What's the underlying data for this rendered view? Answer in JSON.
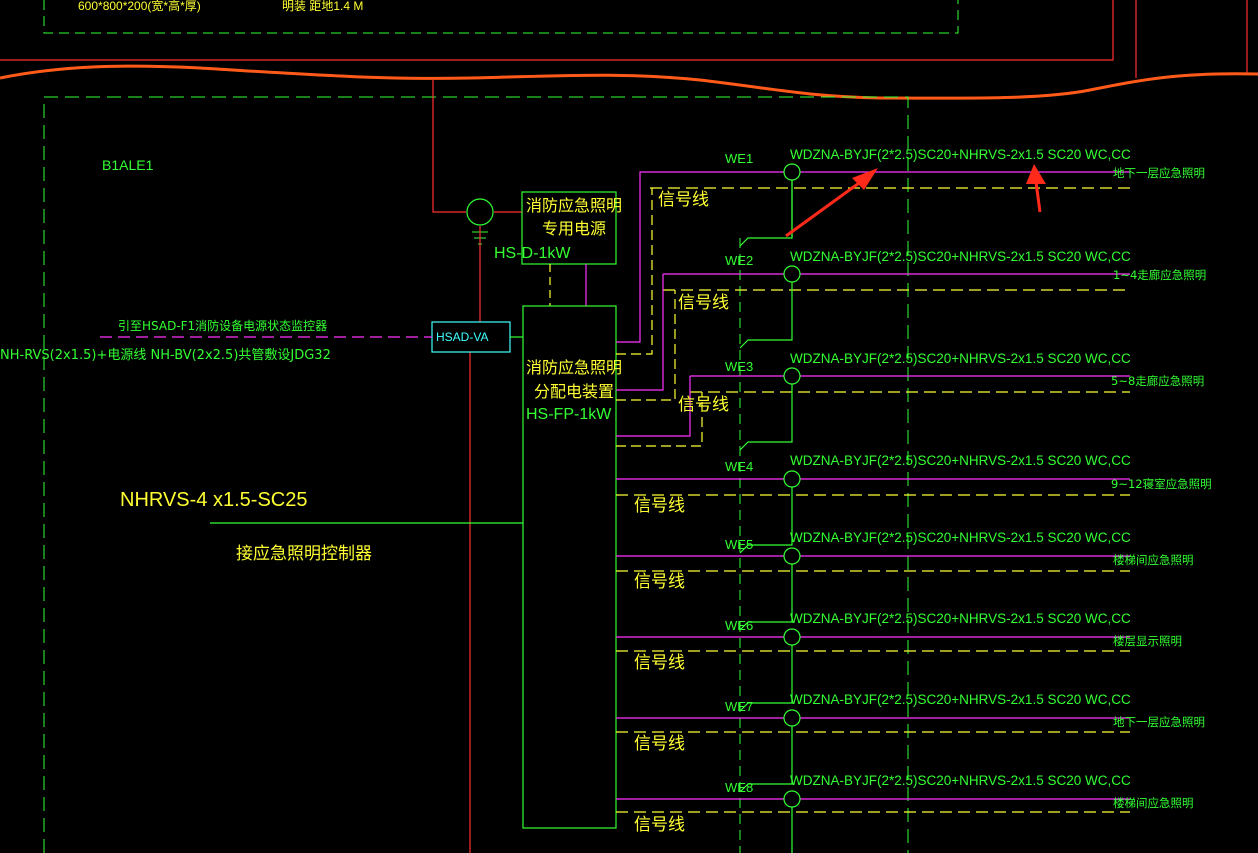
{
  "top_labels": {
    "cabinet_size": "600*800*200(宽*高*厚)",
    "mount_note": "明装 距地1.4 M"
  },
  "panel_name": "B1ALE1",
  "power_box": {
    "line1": "消防应急照明",
    "line2": "专用电源",
    "model": "HS-D-1kW"
  },
  "distribution_box": {
    "line1": "消防应急照明",
    "line2": "分配电装置",
    "model": "HS-FP-1kW"
  },
  "monitor_module": {
    "label": "HSAD-VA"
  },
  "monitor_note": "引至HSAD-F1消防设备电源状态监控器",
  "monitor_cable": "NH-RVS(2x1.5)+电源线 NH-BV(2x2.5)共管敷设JDG32",
  "controller_cable": "NHRVS-4 x1.5-SC25",
  "controller_note": "接应急照明控制器",
  "signal_line_label": "信号线",
  "circuits": [
    {
      "id": "WE1",
      "cable": "WDZNA-BYJF(2*2.5)SC20+NHRVS-2x1.5 SC20 WC,CC",
      "dest": "地下一层应急照明"
    },
    {
      "id": "WE2",
      "cable": "WDZNA-BYJF(2*2.5)SC20+NHRVS-2x1.5 SC20 WC,CC",
      "dest": "1~4走廊应急照明"
    },
    {
      "id": "WE3",
      "cable": "WDZNA-BYJF(2*2.5)SC20+NHRVS-2x1.5 SC20 WC,CC",
      "dest": "5~8走廊应急照明"
    },
    {
      "id": "WE4",
      "cable": "WDZNA-BYJF(2*2.5)SC20+NHRVS-2x1.5 SC20 WC,CC",
      "dest": "9~12寝室应急照明"
    },
    {
      "id": "WE5",
      "cable": "WDZNA-BYJF(2*2.5)SC20+NHRVS-2x1.5 SC20 WC,CC",
      "dest": "楼梯间应急照明"
    },
    {
      "id": "WE6",
      "cable": "WDZNA-BYJF(2*2.5)SC20+NHRVS-2x1.5 SC20 WC,CC",
      "dest": "楼层显示照明"
    },
    {
      "id": "WE7",
      "cable": "WDZNA-BYJF(2*2.5)SC20+NHRVS-2x1.5 SC20 WC,CC",
      "dest": "地下一层应急照明"
    },
    {
      "id": "WE8",
      "cable": "WDZNA-BYJF(2*2.5)SC20+NHRVS-2x1.5 SC20 WC,CC",
      "dest": "楼梯间应急照明"
    }
  ],
  "colors": {
    "background": "#000000",
    "text_green": "#33ff33",
    "text_yellow": "#ffff33",
    "line_magenta": "#ff33ff",
    "line_red": "#ff3030",
    "line_orange": "#ff5a1a",
    "box_cyan": "#40ffff",
    "arrow_red": "#ff2a1a"
  }
}
